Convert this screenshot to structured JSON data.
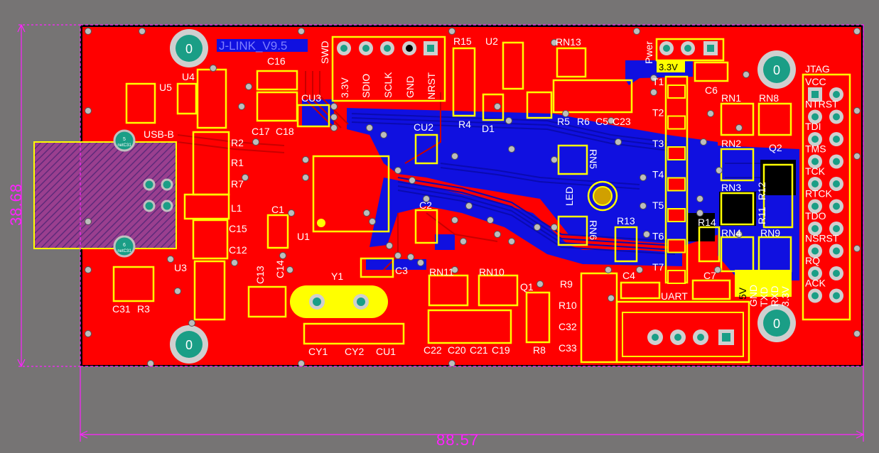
{
  "board": {
    "title": "J-LINK_V9.5",
    "dimensions": {
      "width": "88.57",
      "height": "38.68"
    },
    "colors": {
      "background": "#767474",
      "top_copper": "#ff0000",
      "bottom_copper": "#1010e0",
      "silkscreen": "#ffff00",
      "pads": "#c0c0c0",
      "dimension": "#ff22ff",
      "keepout": "#000000"
    },
    "mounting_hole_label": "0"
  },
  "labels": {
    "swd": "SWD",
    "swd_pins": [
      "3.3V",
      "SDIO",
      "SCLK",
      "GND",
      "NRST"
    ],
    "pwer": "Pwer",
    "v33": "3.3V",
    "jtag": "JTAG",
    "jtag_pins": [
      "VCC",
      "NTRST",
      "TDI",
      "TMS",
      "TCK",
      "RTCK",
      "TDO",
      "NSRST",
      "RQ",
      "ACK"
    ],
    "uart": "UART",
    "uart_pins": [
      "5V",
      "GND",
      "TXD",
      "RXD",
      "3.3V"
    ],
    "usb": "USB-B",
    "tp_labels": [
      "T1",
      "T2",
      "T3",
      "T4",
      "T5",
      "T6",
      "T7"
    ],
    "pad_text": [
      "5",
      "6",
      "netC31"
    ],
    "refdes": [
      "C16",
      "U4",
      "U5",
      "CU3",
      "C17",
      "C18",
      "R2",
      "R1",
      "R7",
      "L1",
      "C15",
      "C12",
      "U3",
      "C13",
      "C14",
      "C31",
      "R3",
      "C1",
      "U1",
      "Y1",
      "CY1",
      "CY2",
      "CU1",
      "CU2",
      "C2",
      "C3",
      "RN11",
      "RN10",
      "C22",
      "C20",
      "C21",
      "C19",
      "R15",
      "U2",
      "R4",
      "D1",
      "RN13",
      "R5",
      "R6",
      "C5",
      "C23",
      "RN5",
      "RN6",
      "LED",
      "R13",
      "Q1",
      "R8",
      "C32",
      "C33",
      "R9",
      "R10",
      "C4",
      "C6",
      "RN1",
      "RN8",
      "RN2",
      "Q2",
      "RN3",
      "R12",
      "R11",
      "R14",
      "RN4",
      "RN9",
      "C7"
    ]
  }
}
